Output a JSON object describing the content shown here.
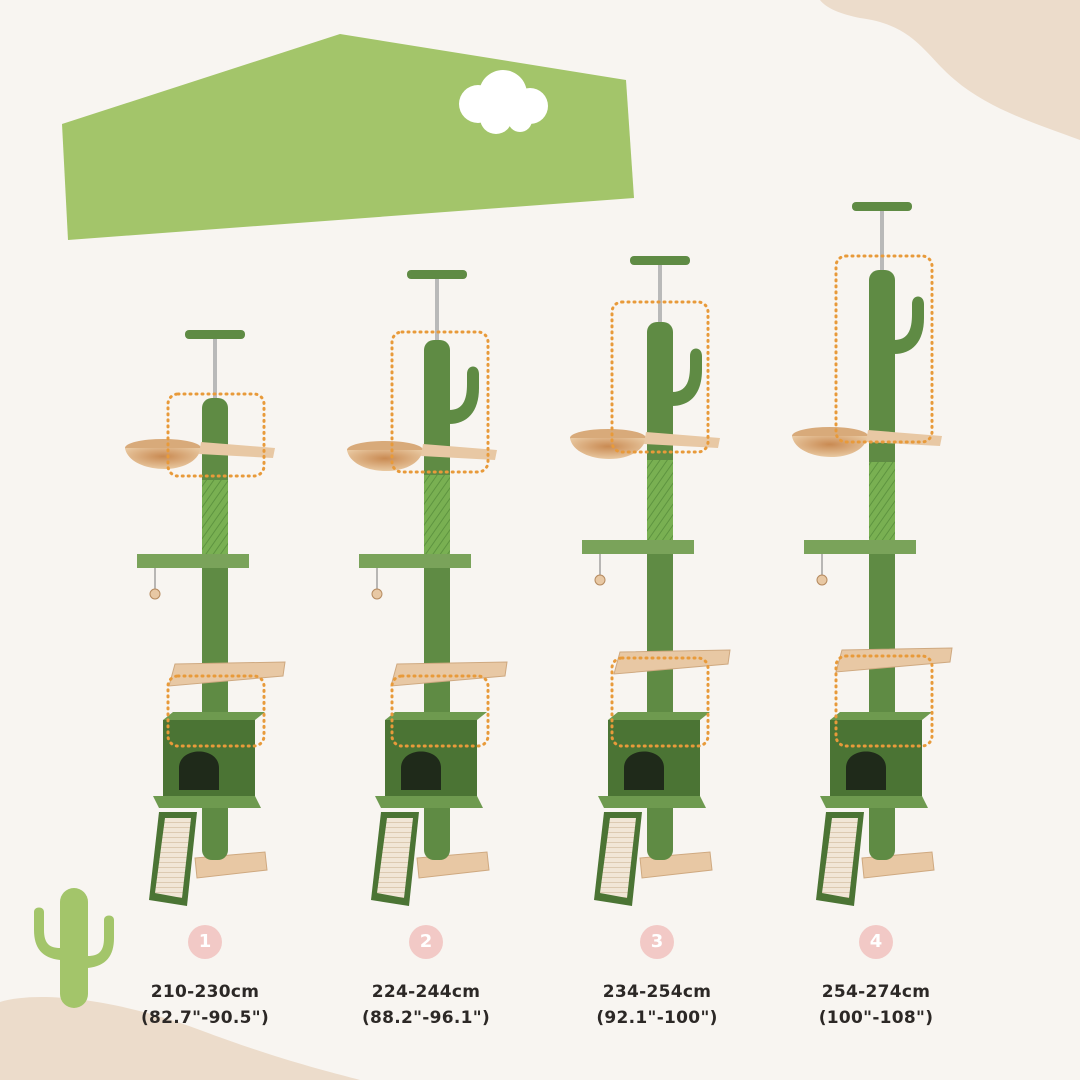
{
  "colors": {
    "background": "#f8f5f1",
    "blob": "#ecdccb",
    "banner": "#a3c56a",
    "cactus_green": "#5f8b44",
    "cactus_dark": "#4b7434",
    "sisal": "#79b052",
    "beige": "#e8c8a4",
    "highlight_dots": "#e89a3a",
    "badge": "#f2c9c6"
  },
  "variants": [
    {
      "number": "1",
      "height_cm": "210-230cm",
      "height_in": "(82.7\"-90.5\")"
    },
    {
      "number": "2",
      "height_cm": "224-244cm",
      "height_in": "(88.2\"-96.1\")"
    },
    {
      "number": "3",
      "height_cm": "234-254cm",
      "height_in": "(92.1\"-100\")"
    },
    {
      "number": "4",
      "height_cm": "254-274cm",
      "height_in": "(100\"-108\")"
    }
  ]
}
